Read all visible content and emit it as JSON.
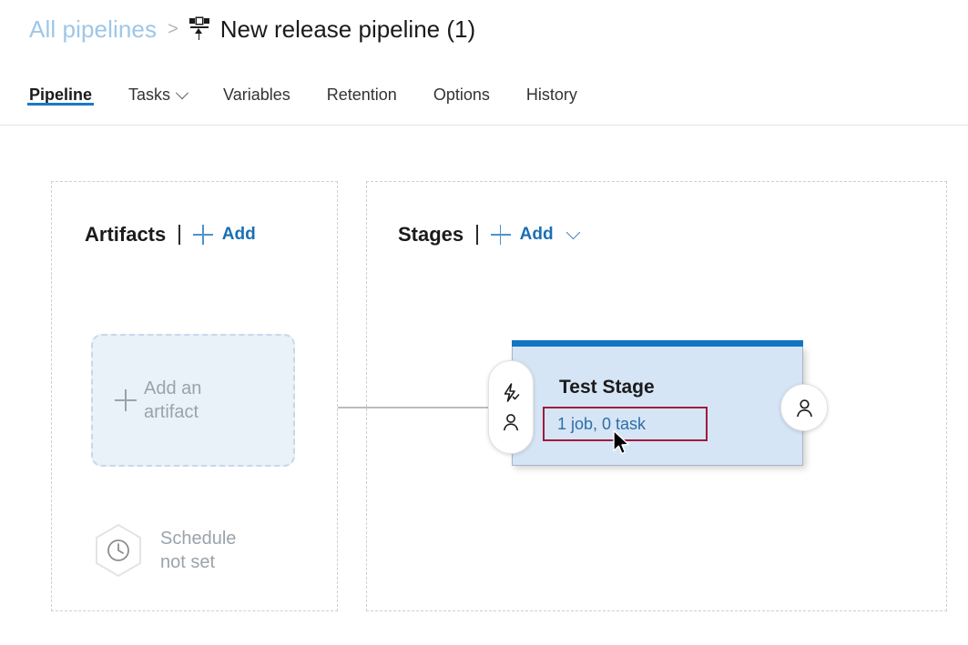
{
  "breadcrumb": {
    "root_label": "All pipelines",
    "separator": ">",
    "current_label": "New release pipeline (1)",
    "current_icon": "release-pipeline-icon"
  },
  "tabs": [
    {
      "label": "Pipeline",
      "active": true,
      "has_chevron": false
    },
    {
      "label": "Tasks",
      "active": false,
      "has_chevron": true
    },
    {
      "label": "Variables",
      "active": false,
      "has_chevron": false
    },
    {
      "label": "Retention",
      "active": false,
      "has_chevron": false
    },
    {
      "label": "Options",
      "active": false,
      "has_chevron": false
    },
    {
      "label": "History",
      "active": false,
      "has_chevron": false
    }
  ],
  "artifacts": {
    "title": "Artifacts",
    "add_label": "Add",
    "empty_box": {
      "line1": "Add an",
      "line2": "artifact"
    },
    "schedule": {
      "line1": "Schedule",
      "line2": "not set",
      "icon": "clock-icon"
    }
  },
  "stages": {
    "title": "Stages",
    "add_label": "Add",
    "has_add_chevron": true,
    "cards": [
      {
        "name": "Test Stage",
        "summary": "1 job, 0 task",
        "summary_highlighted": true,
        "pre_deployment_icons": [
          "lightning-check-icon",
          "person-icon"
        ],
        "post_deployment_icons": [
          "person-icon"
        ]
      }
    ]
  },
  "colors": {
    "accent_blue": "#1275c4",
    "link_blue": "#1a6fb5",
    "breadcrumb_link": "#9dc7e8",
    "stage_fill": "#d6e5f5",
    "highlight_red": "#9e1b3c",
    "muted_gray": "#9aa3ab"
  }
}
